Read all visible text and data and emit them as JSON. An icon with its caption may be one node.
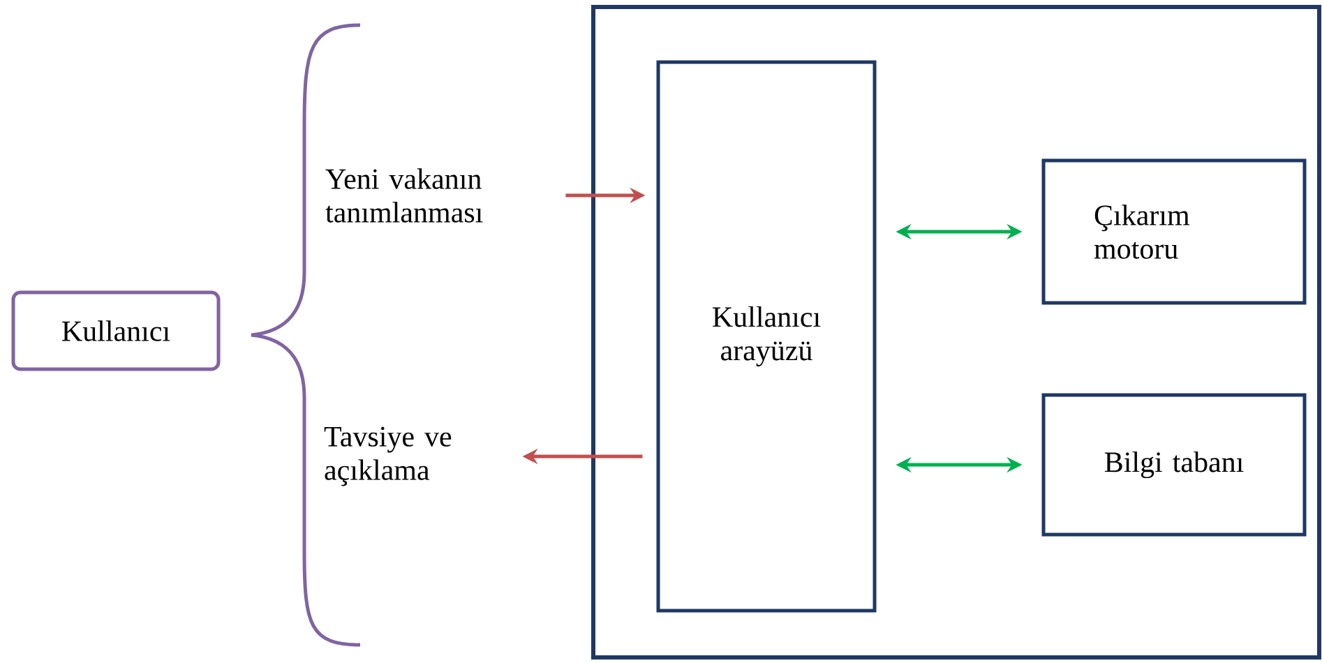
{
  "diagram": {
    "nodes": [
      {
        "text": [
          "Kullanıcı"
        ]
      },
      {
        "text": [],
        "shape": "box"
      },
      {
        "text": [
          "Kullanıcı arayüzü"
        ],
        "in": 1
      },
      {
        "text": [
          "Çıkarım motoru"
        ],
        "in": 1
      },
      {
        "text": [
          "Bilgi tabanı"
        ],
        "in": 1
      },
      {
        "text": [
          "Yeni vakanın tanımlanması"
        ]
      },
      {
        "text": [
          "Tavsiye ve açıklama"
        ]
      }
    ],
    "edges": [
      {
        "from": 5,
        "to": 2,
        "arrow": "to",
        "color": "#c0504d"
      },
      {
        "from": 2,
        "to": 6,
        "arrow": "to",
        "color": "#c0504d"
      },
      {
        "from": 2,
        "to": 3,
        "arrow": "both",
        "color": "#00b050"
      },
      {
        "from": 2,
        "to": 4,
        "arrow": "both",
        "color": "#00b050"
      }
    ]
  }
}
